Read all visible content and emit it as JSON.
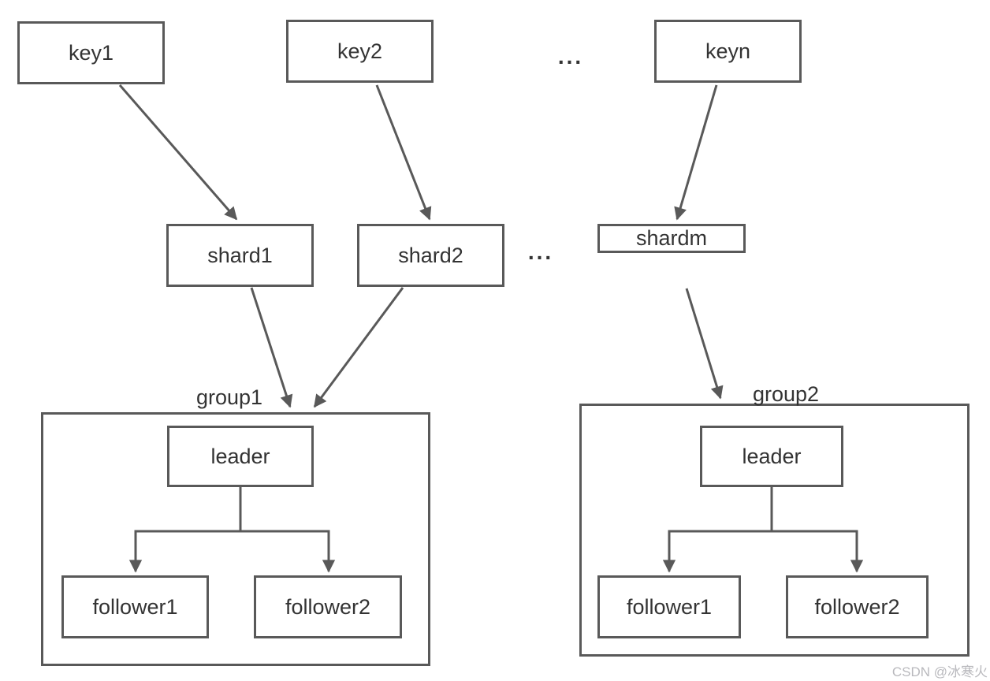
{
  "colors": {
    "stroke": "#595959",
    "text": "#333333",
    "background": "#ffffff",
    "watermark": "#b9b9bd"
  },
  "diagram": {
    "keys": {
      "items": [
        "key1",
        "key2",
        "keyn"
      ],
      "ellipsis": "..."
    },
    "shards": {
      "items": [
        "shard1",
        "shard2",
        "shardm"
      ],
      "ellipsis": "..."
    },
    "groups": [
      {
        "label": "group1",
        "leader": "leader",
        "followers": [
          "follower1",
          "follower2"
        ]
      },
      {
        "label": "group2",
        "leader": "leader",
        "followers": [
          "follower1",
          "follower2"
        ]
      }
    ]
  },
  "watermark": "CSDN @冰寒火"
}
